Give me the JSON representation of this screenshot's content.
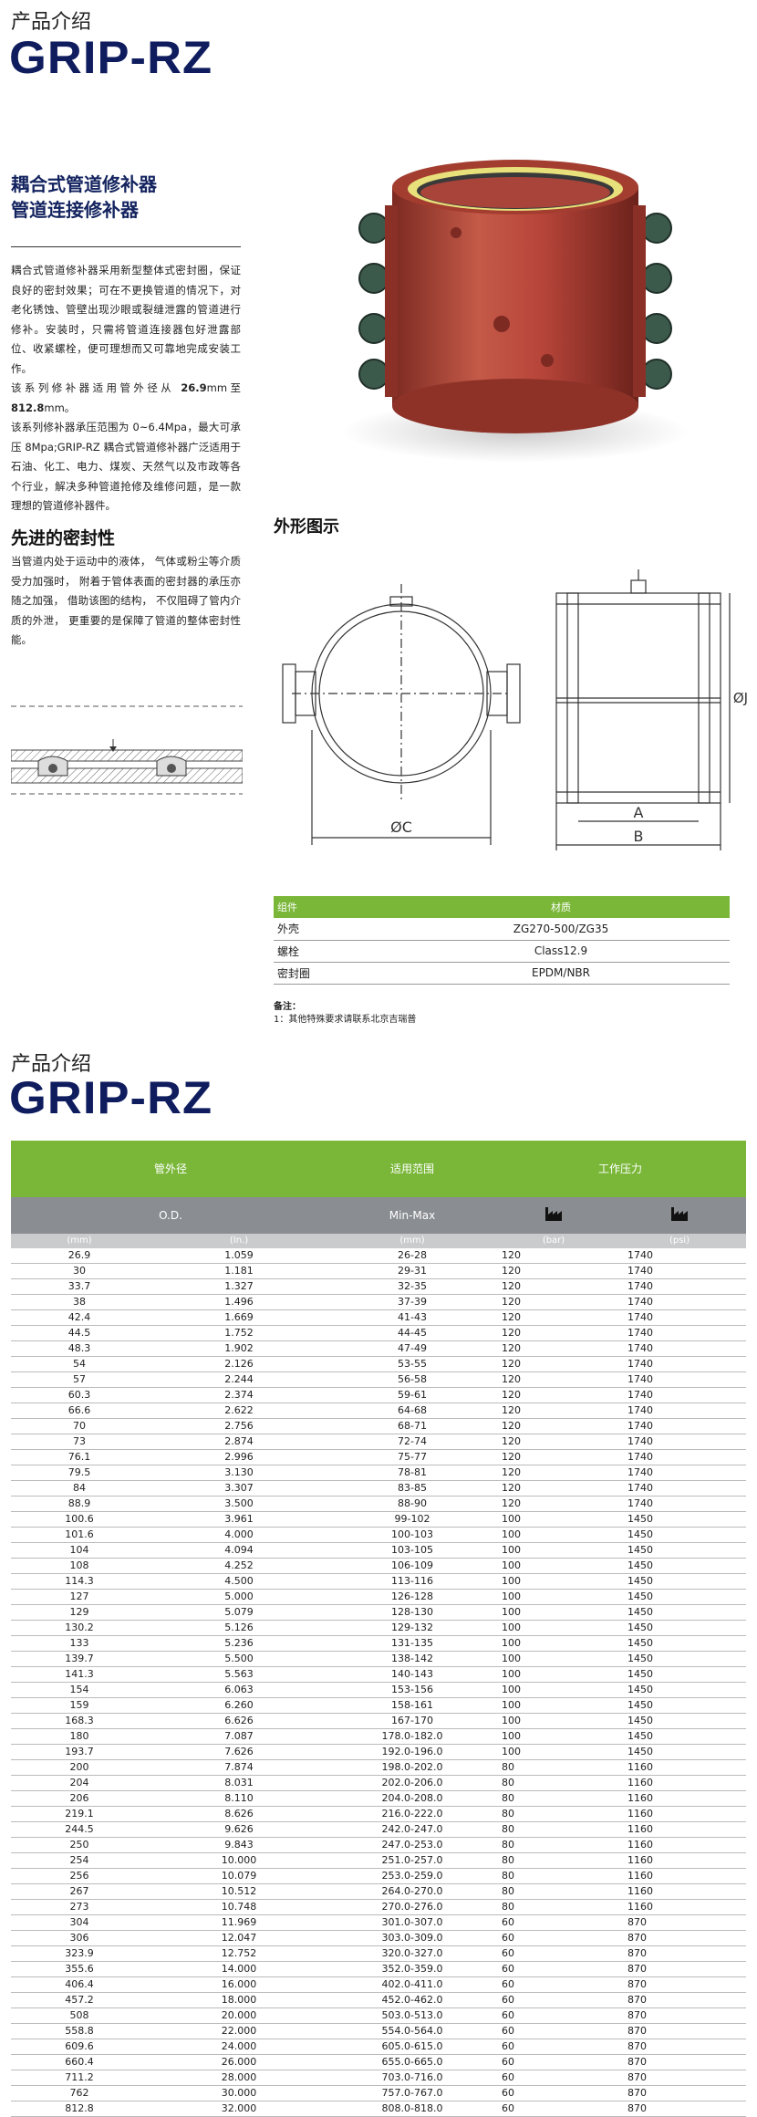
{
  "section_label": "产品介绍",
  "brand": "GRIP-RZ",
  "headline": [
    "耦合式管道修补器",
    "管道连接修补器"
  ],
  "intro_paragraph_1": "耦合式管道修补器采用新型整体式密封圈，保证良好的密封效果；可在不更换管道的情况下，对老化锈蚀、管壁出现沙眼或裂缝泄露的管道进行修补。安装时，只需将管道连接器包好泄露部位、收紧螺栓，便可理想而又可靠地完成安装工作。",
  "intro_paragraph_2_prefix": "该系列修补器适用管外径从",
  "intro_paragraph_2_min": "26.9",
  "intro_paragraph_2_mid": "mm至",
  "intro_paragraph_2_max": "812.8",
  "intro_paragraph_2_suffix": "mm。",
  "intro_paragraph_3": "该系列修补器承压范围为 0~6.4Mpa，最大可承压 8Mpa;GRIP-RZ 耦合式管道修补器广泛适用于石油、化工、电力、煤炭、天然气以及市政等各个行业，解决多种管道抢修及维修问题，是一款理想的管道修补器件。",
  "seal_heading": "先进的密封性",
  "seal_paragraph": "当管道内处于运动中的液体， 气体或粉尘等介质受力加强时， 附着于管体表面的密封器的承压亦随之加强， 借助该图的结构， 不仅阻碍了管内介质的外泄， 更重要的是保障了管道的整体密封性能。",
  "outline_heading": "外形图示",
  "drawing_labels": {
    "dia_c": "ØC",
    "dia_j": "ØJ",
    "a": "A",
    "b": "B"
  },
  "materials": {
    "header": [
      "组件",
      "材质"
    ],
    "rows": [
      [
        "外壳",
        "ZG270-500/ZG35"
      ],
      [
        "螺栓",
        "Class12.9"
      ],
      [
        "密封圈",
        "EPDM/NBR"
      ]
    ]
  },
  "note_title": "备注：",
  "note_text": "1：其他特殊要求请联系北京吉瑞普",
  "section2_label": "产品介绍",
  "brand2": "GRIP-RZ",
  "spec_table": {
    "group_headers": [
      "管外径",
      "适用范围",
      "工作压力"
    ],
    "sub_headers": [
      "O.D.",
      "Min-Max"
    ],
    "units": [
      "(mm)",
      "(In.)",
      "(mm)",
      "(bar)",
      "(psi)"
    ],
    "rows": [
      [
        "26.9",
        "1.059",
        "26-28",
        "120",
        "1740"
      ],
      [
        "30",
        "1.181",
        "29-31",
        "120",
        "1740"
      ],
      [
        "33.7",
        "1.327",
        "32-35",
        "120",
        "1740"
      ],
      [
        "38",
        "1.496",
        "37-39",
        "120",
        "1740"
      ],
      [
        "42.4",
        "1.669",
        "41-43",
        "120",
        "1740"
      ],
      [
        "44.5",
        "1.752",
        "44-45",
        "120",
        "1740"
      ],
      [
        "48.3",
        "1.902",
        "47-49",
        "120",
        "1740"
      ],
      [
        "54",
        "2.126",
        "53-55",
        "120",
        "1740"
      ],
      [
        "57",
        "2.244",
        "56-58",
        "120",
        "1740"
      ],
      [
        "60.3",
        "2.374",
        "59-61",
        "120",
        "1740"
      ],
      [
        "66.6",
        "2.622",
        "64-68",
        "120",
        "1740"
      ],
      [
        "70",
        "2.756",
        "68-71",
        "120",
        "1740"
      ],
      [
        "73",
        "2.874",
        "72-74",
        "120",
        "1740"
      ],
      [
        "76.1",
        "2.996",
        "75-77",
        "120",
        "1740"
      ],
      [
        "79.5",
        "3.130",
        "78-81",
        "120",
        "1740"
      ],
      [
        "84",
        "3.307",
        "83-85",
        "120",
        "1740"
      ],
      [
        "88.9",
        "3.500",
        "88-90",
        "120",
        "1740"
      ],
      [
        "100.6",
        "3.961",
        "99-102",
        "100",
        "1450"
      ],
      [
        "101.6",
        "4.000",
        "100-103",
        "100",
        "1450"
      ],
      [
        "104",
        "4.094",
        "103-105",
        "100",
        "1450"
      ],
      [
        "108",
        "4.252",
        "106-109",
        "100",
        "1450"
      ],
      [
        "114.3",
        "4.500",
        "113-116",
        "100",
        "1450"
      ],
      [
        "127",
        "5.000",
        "126-128",
        "100",
        "1450"
      ],
      [
        "129",
        "5.079",
        "128-130",
        "100",
        "1450"
      ],
      [
        "130.2",
        "5.126",
        "129-132",
        "100",
        "1450"
      ],
      [
        "133",
        "5.236",
        "131-135",
        "100",
        "1450"
      ],
      [
        "139.7",
        "5.500",
        "138-142",
        "100",
        "1450"
      ],
      [
        "141.3",
        "5.563",
        "140-143",
        "100",
        "1450"
      ],
      [
        "154",
        "6.063",
        "153-156",
        "100",
        "1450"
      ],
      [
        "159",
        "6.260",
        "158-161",
        "100",
        "1450"
      ],
      [
        "168.3",
        "6.626",
        "167-170",
        "100",
        "1450"
      ],
      [
        "180",
        "7.087",
        "178.0-182.0",
        "100",
        "1450"
      ],
      [
        "193.7",
        "7.626",
        "192.0-196.0",
        "100",
        "1450"
      ],
      [
        "200",
        "7.874",
        "198.0-202.0",
        "80",
        "1160"
      ],
      [
        "204",
        "8.031",
        "202.0-206.0",
        "80",
        "1160"
      ],
      [
        "206",
        "8.110",
        "204.0-208.0",
        "80",
        "1160"
      ],
      [
        "219.1",
        "8.626",
        "216.0-222.0",
        "80",
        "1160"
      ],
      [
        "244.5",
        "9.626",
        "242.0-247.0",
        "80",
        "1160"
      ],
      [
        "250",
        "9.843",
        "247.0-253.0",
        "80",
        "1160"
      ],
      [
        "254",
        "10.000",
        "251.0-257.0",
        "80",
        "1160"
      ],
      [
        "256",
        "10.079",
        "253.0-259.0",
        "80",
        "1160"
      ],
      [
        "267",
        "10.512",
        "264.0-270.0",
        "80",
        "1160"
      ],
      [
        "273",
        "10.748",
        "270.0-276.0",
        "80",
        "1160"
      ],
      [
        "304",
        "11.969",
        "301.0-307.0",
        "60",
        "870"
      ],
      [
        "306",
        "12.047",
        "303.0-309.0",
        "60",
        "870"
      ],
      [
        "323.9",
        "12.752",
        "320.0-327.0",
        "60",
        "870"
      ],
      [
        "355.6",
        "14.000",
        "352.0-359.0",
        "60",
        "870"
      ],
      [
        "406.4",
        "16.000",
        "402.0-411.0",
        "60",
        "870"
      ],
      [
        "457.2",
        "18.000",
        "452.0-462.0",
        "60",
        "870"
      ],
      [
        "508",
        "20.000",
        "503.0-513.0",
        "60",
        "870"
      ],
      [
        "558.8",
        "22.000",
        "554.0-564.0",
        "60",
        "870"
      ],
      [
        "609.6",
        "24.000",
        "605.0-615.0",
        "60",
        "870"
      ],
      [
        "660.4",
        "26.000",
        "655.0-665.0",
        "60",
        "870"
      ],
      [
        "711.2",
        "28.000",
        "703.0-716.0",
        "60",
        "870"
      ],
      [
        "762",
        "30.000",
        "757.0-767.0",
        "60",
        "870"
      ],
      [
        "812.8",
        "32.000",
        "808.0-818.0",
        "60",
        "870"
      ]
    ]
  },
  "colors": {
    "brand_navy": "#0f1c5e",
    "table_green": "#7ab739",
    "table_grey": "#8a8d91",
    "coupling_red": "#b8453a",
    "bolt_green": "#3c5a4c"
  }
}
